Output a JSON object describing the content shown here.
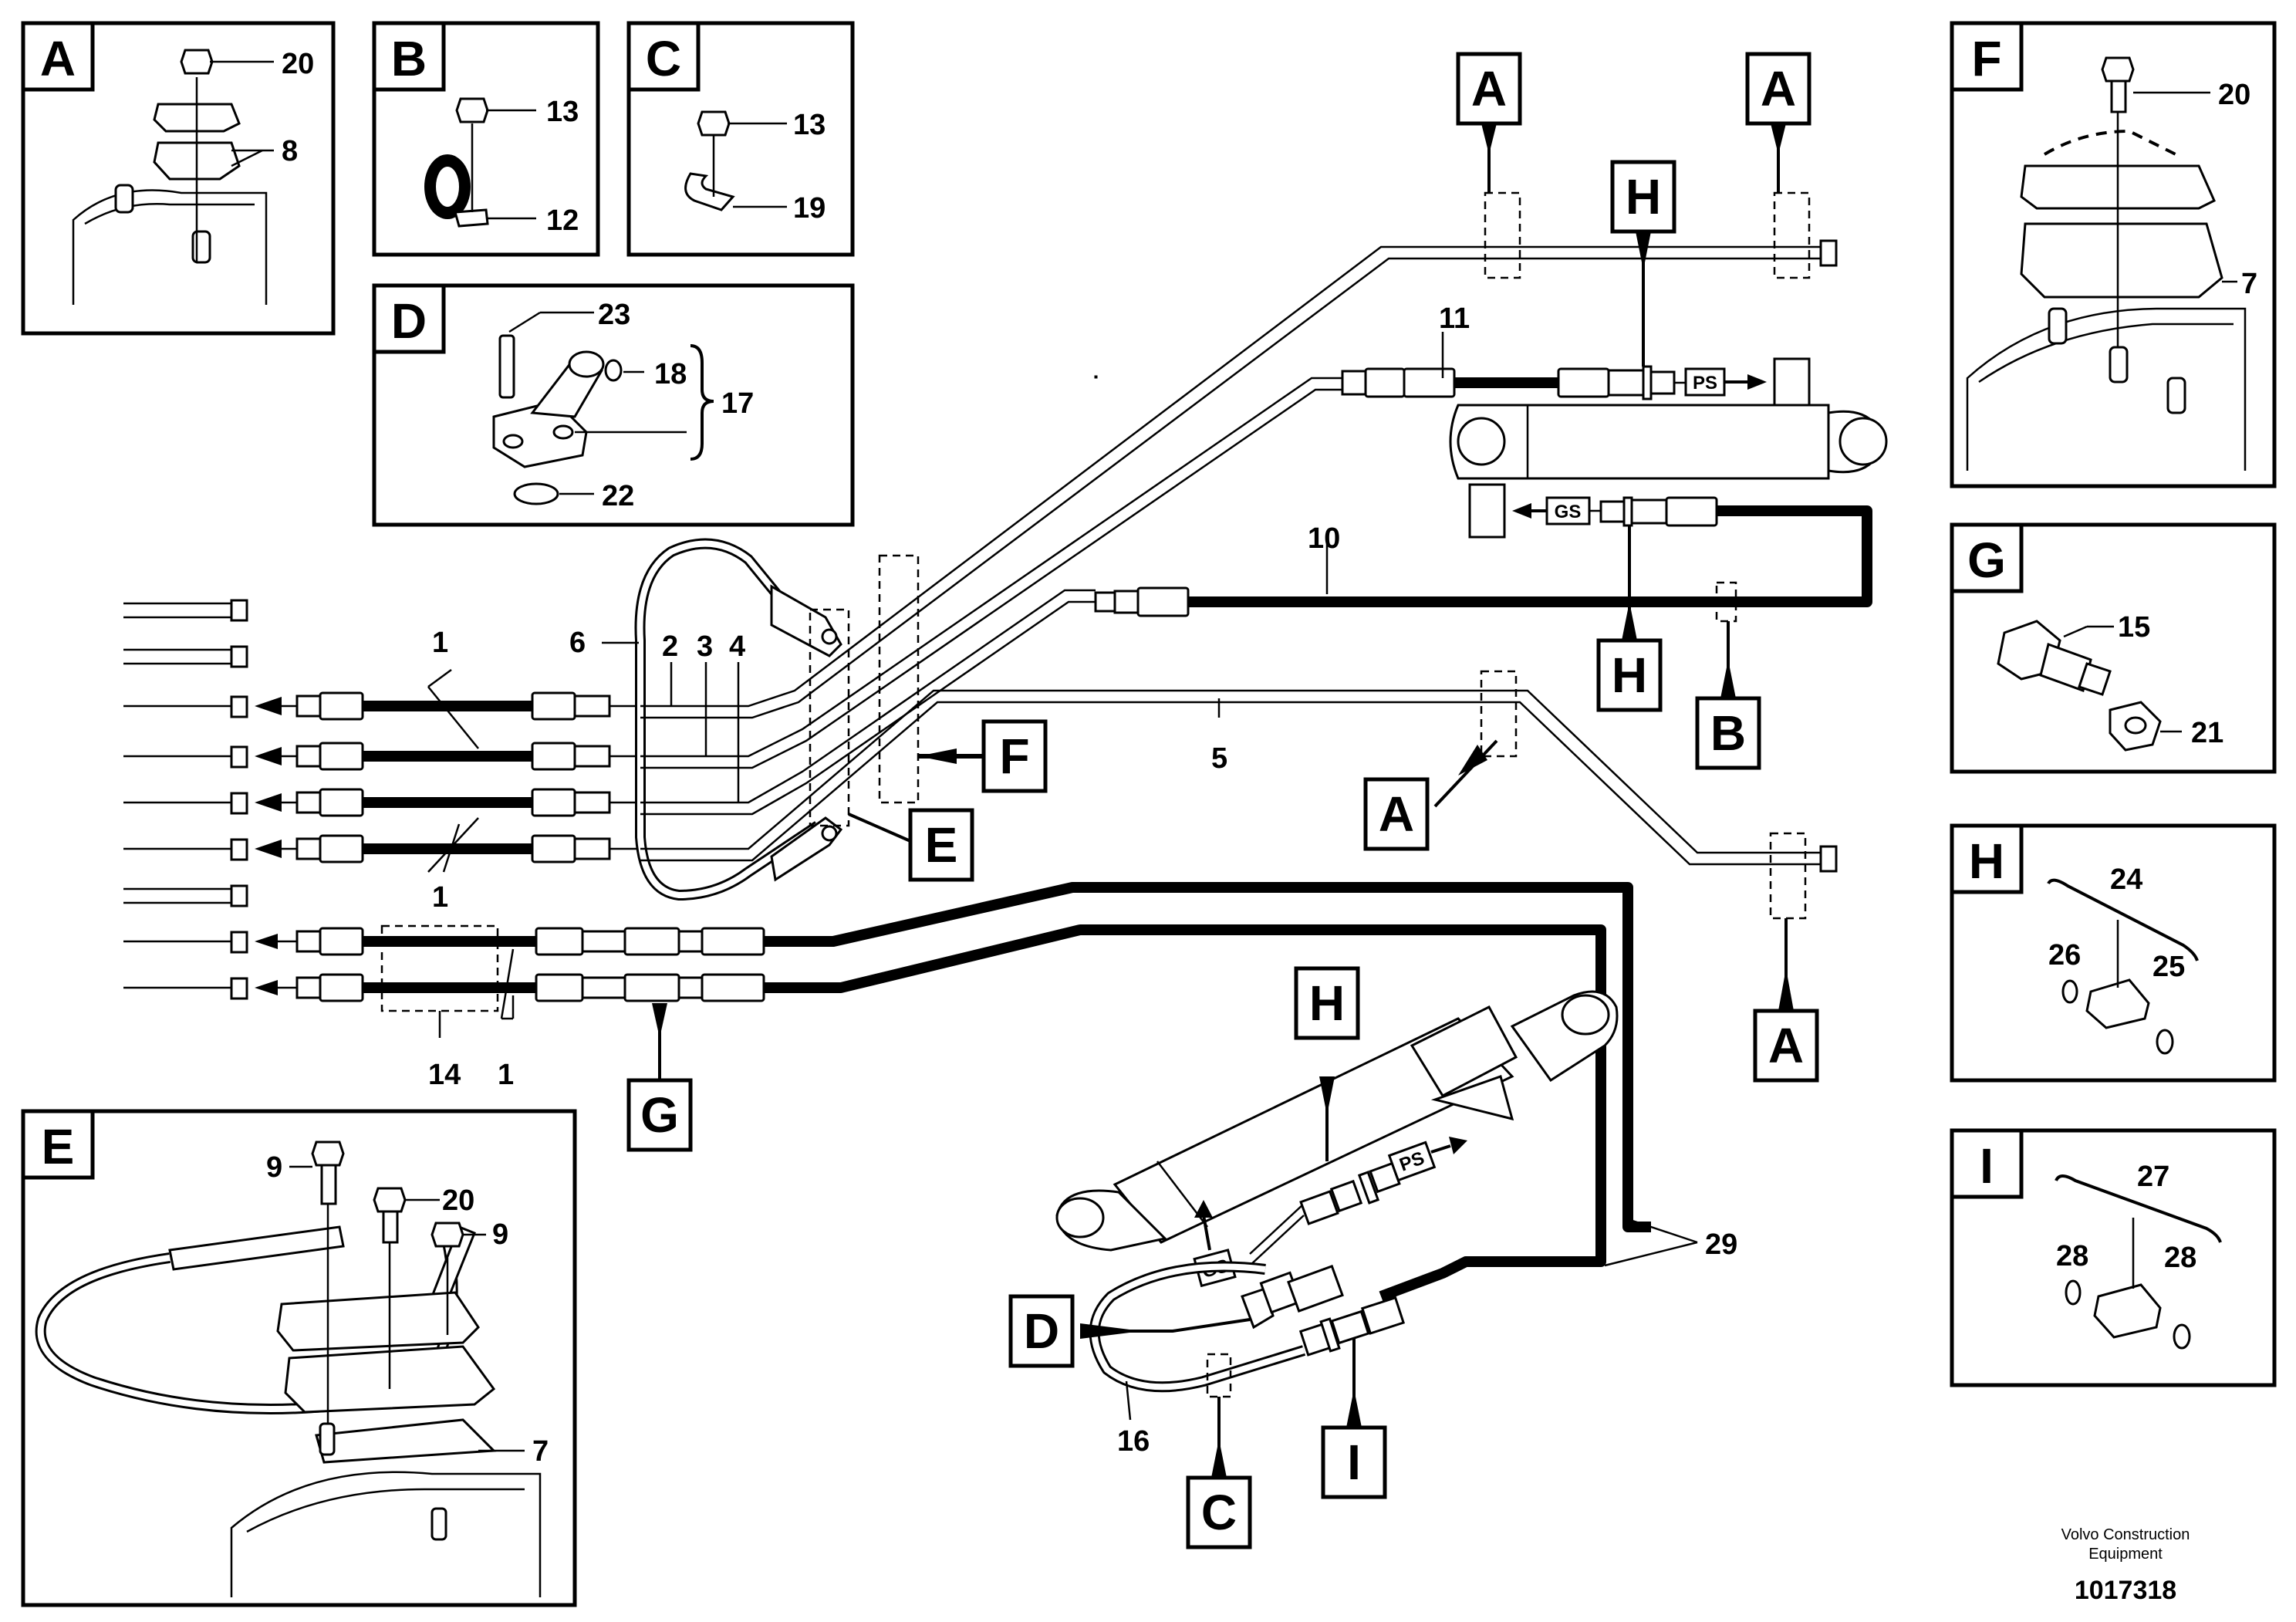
{
  "callouts": {
    "letter_A": "A",
    "letter_B": "B",
    "letter_C": "C",
    "letter_D": "D",
    "letter_E": "E",
    "letter_F": "F",
    "letter_G": "G",
    "letter_H": "H",
    "letter_I": "I"
  },
  "parts": {
    "p1": "1",
    "p2": "2",
    "p3": "3",
    "p4": "4",
    "p5": "5",
    "p6": "6",
    "p7": "7",
    "p8": "8",
    "p9": "9",
    "p10": "10",
    "p11": "11",
    "p12": "12",
    "p13": "13",
    "p14": "14",
    "p15": "15",
    "p16": "16",
    "p17": "17",
    "p18": "18",
    "p19": "19",
    "p20": "20",
    "p21": "21",
    "p22": "22",
    "p23": "23",
    "p24": "24",
    "p25": "25",
    "p26": "26",
    "p27": "27",
    "p28": "28",
    "p29": "29"
  },
  "markers": {
    "ps": "PS",
    "gs": "GS"
  },
  "footer": {
    "company_line1": "Volvo Construction",
    "company_line2": "Equipment",
    "drawing_number": "1017318"
  }
}
